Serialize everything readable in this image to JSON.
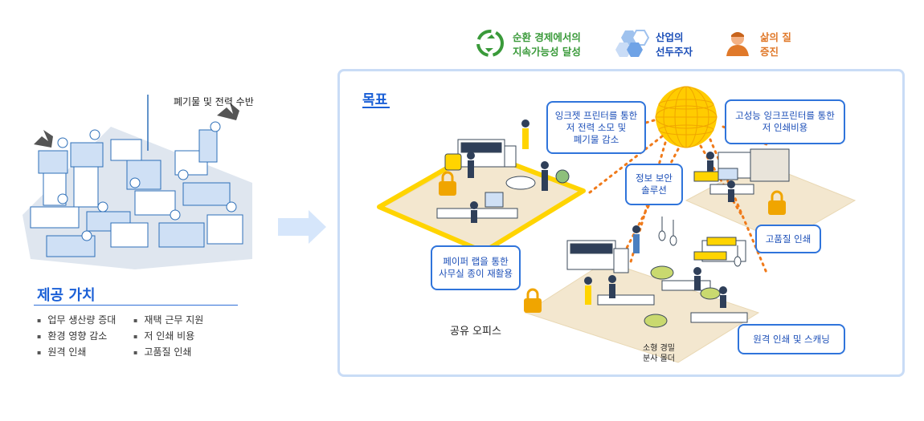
{
  "left": {
    "waste_label": "폐기물 및 전력 수반",
    "value_title": "제공 가치",
    "values_col1": [
      "업무 생산량 증대",
      "환경 영향 감소",
      "원격 인쇄"
    ],
    "values_col2": [
      "재택 근무 지원",
      "저 인쇄 비용",
      "고품질 인쇄"
    ]
  },
  "goals_top": [
    {
      "line1": "순환 경제에서의",
      "line2": "지속가능성 달성",
      "icon": "recycle-icon",
      "color": "#3a9a3a"
    },
    {
      "line1": "산업의",
      "line2": "선두주자",
      "icon": "hexagon-icon",
      "color": "#1c4fb8"
    },
    {
      "line1": "삶의 질",
      "line2": "증진",
      "icon": "person-icon",
      "color": "#e0792a"
    }
  ],
  "panel": {
    "title": "목표",
    "office_label": "공유 오피스",
    "mail_label_line1": "소형 경밀",
    "mail_label_line2": "분사 몰더",
    "callouts": {
      "inkjet": [
        "잉크젯 프린터를 통한",
        "저 전력 소모 및",
        "폐기물 감소"
      ],
      "hiperf": [
        "고성능 잉크프린터를 통한",
        "저 인쇄비용"
      ],
      "security": [
        "정보 보안",
        "솔루션"
      ],
      "paperlab": [
        "페이퍼 랩을 통한",
        "사무실 종이 재활용"
      ],
      "quality": [
        "고품질 인쇄"
      ],
      "remote": [
        "원격 인쇄 및 스캐닝"
      ]
    }
  },
  "colors": {
    "accent": "#1a5fd6",
    "yellow": "#ffd400",
    "orange_dot": "#f07a1a",
    "floor": "#f3e7cf",
    "globe": "#ffcc00"
  }
}
